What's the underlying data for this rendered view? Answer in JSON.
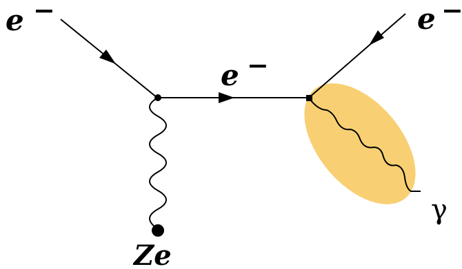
{
  "labels": {
    "incoming_electron": "e",
    "incoming_electron_charge": "−",
    "intermediate_electron": "e",
    "intermediate_electron_charge": "−",
    "outgoing_electron": "e",
    "outgoing_electron_charge": "−",
    "photon": "γ",
    "nucleus": "Ze"
  },
  "colors": {
    "line": "#000000",
    "highlight": "#f7c85a",
    "background": "#ffffff"
  }
}
